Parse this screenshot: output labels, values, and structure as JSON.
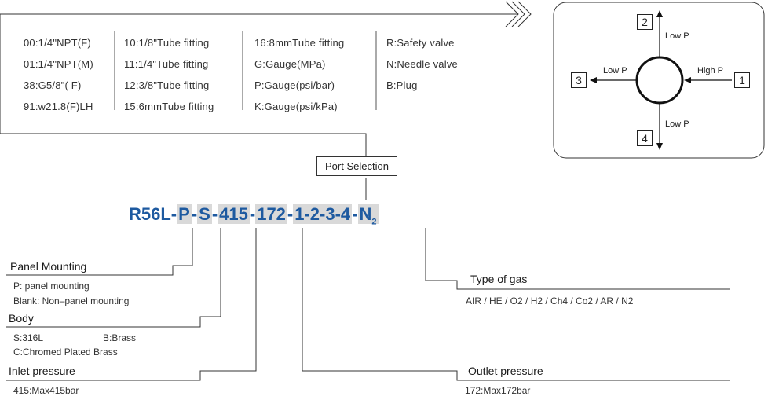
{
  "port_codes": {
    "col1": [
      "00:1/4\"NPT(F)",
      "01:1/4\"NPT(M)",
      "38:G5/8\"( F)",
      "91:w21.8(F)LH"
    ],
    "col2": [
      "10:1/8\"Tube fitting",
      "11:1/4\"Tube fitting",
      "12:3/8\"Tube fitting",
      "15:6mmTube fitting"
    ],
    "col3": [
      "16:8mmTube fitting",
      "G:Gauge(MPa)",
      "P:Gauge(psi/bar)",
      "K:Gauge(psi/kPa)"
    ],
    "col4": [
      "R:Safety valve",
      "N:Needle valve",
      "B:Plug"
    ]
  },
  "port_selection_label": "Port Selection",
  "model": {
    "base": "R56L-",
    "panel": "P",
    "body": "S",
    "inlet": "415",
    "outlet": "172",
    "ports": "1-2-3-4",
    "gas": "N",
    "gas_sub": "2",
    "sep": "-"
  },
  "port_diagram": {
    "port1": "1",
    "port2": "2",
    "port3": "3",
    "port4": "4",
    "high_label": "High P",
    "low_top": "Low P",
    "low_left": "Low P",
    "low_bottom": "Low P"
  },
  "sections": {
    "panel": {
      "title": "Panel Mounting",
      "desc1": "P: panel mounting",
      "desc2": "Blank: Non–panel mounting"
    },
    "body": {
      "title": "Body",
      "desc1a": "S:316L",
      "desc1b": "B:Brass",
      "desc2": "C:Chromed Plated Brass"
    },
    "inlet": {
      "title": "Inlet pressure",
      "desc": "415:Max415bar"
    },
    "gas": {
      "title": "Type of gas",
      "desc": "AIR / HE / O2  / H2  / Ch4 / Co2  / AR / N2"
    },
    "outlet": {
      "title": "Outlet pressure",
      "desc": "172:Max172bar"
    }
  },
  "colors": {
    "model_blue": "#1e5aa0",
    "highlight_gray": "#d9d9d9",
    "line": "#333333"
  }
}
